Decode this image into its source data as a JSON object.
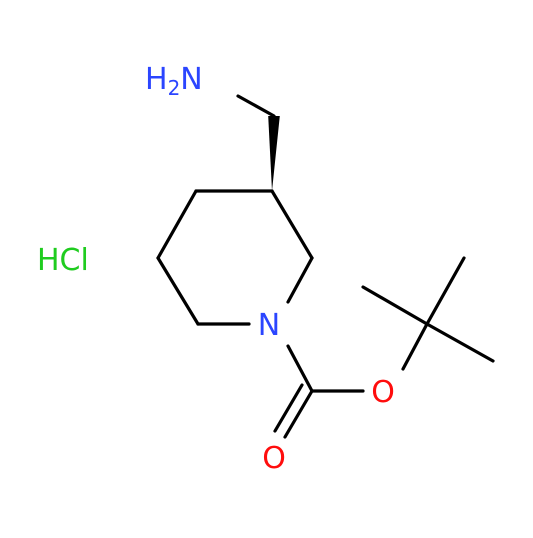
{
  "molecule": {
    "atoms": {
      "amine": {
        "main": "H",
        "sub": "2",
        "tail": "N",
        "color": "#2b45ff"
      },
      "ring_nitrogen": {
        "label": "N",
        "color": "#2b45ff"
      },
      "ester_oxygen": {
        "label": "O",
        "color": "#ff0d0d"
      },
      "carbonyl_oxygen": {
        "label": "O",
        "color": "#ff0d0d"
      }
    },
    "counter_ion": {
      "label": "HCl",
      "color": "#1fcc1f"
    },
    "bond_color": "#000000"
  }
}
